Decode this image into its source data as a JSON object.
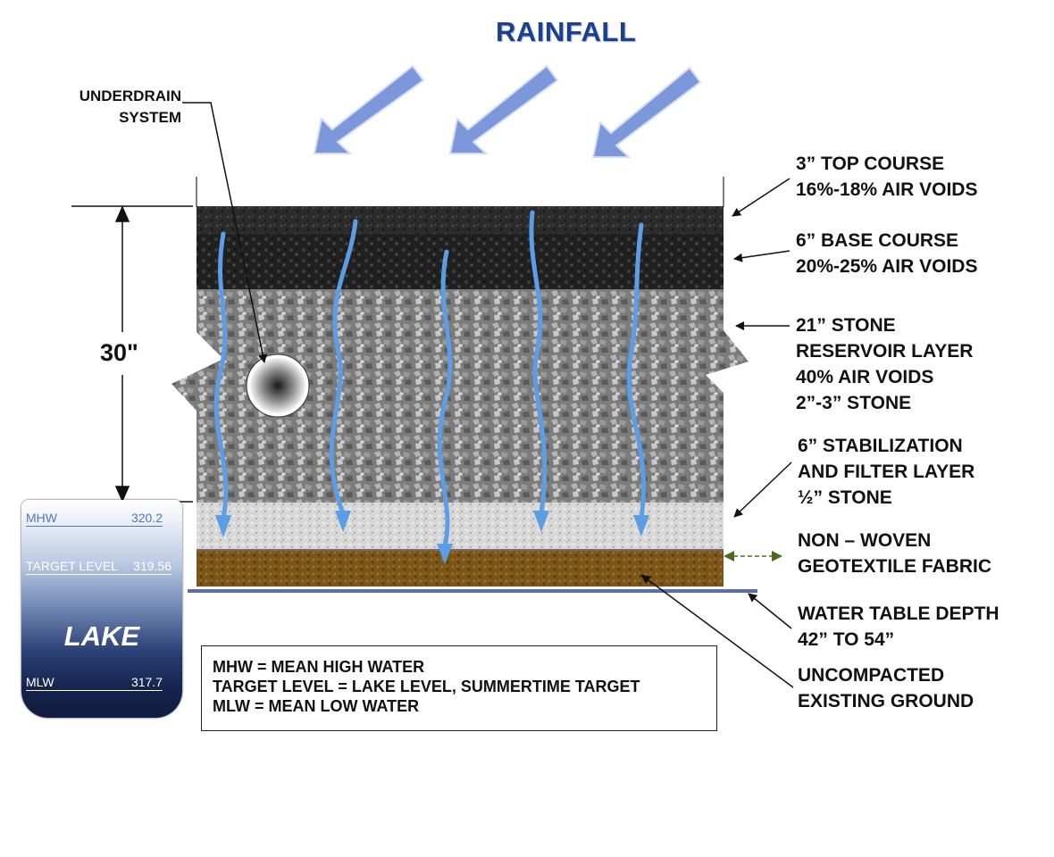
{
  "title": "RAINFALL",
  "underdrain_label": [
    "UNDERDRAIN",
    "SYSTEM"
  ],
  "depth_label": "30\"",
  "layers": [
    {
      "lines": [
        "3” TOP COURSE",
        "16%-18% AIR VOIDS"
      ]
    },
    {
      "lines": [
        "6” BASE COURSE",
        "20%-25% AIR VOIDS"
      ]
    },
    {
      "lines": [
        "21” STONE",
        "RESERVOIR LAYER",
        "40% AIR VOIDS",
        "2”-3” STONE"
      ]
    },
    {
      "lines": [
        "6” STABILIZATION",
        "AND FILTER LAYER",
        "½” STONE"
      ]
    },
    {
      "lines": [
        "NON – WOVEN",
        "GEOTEXTILE FABRIC"
      ]
    },
    {
      "lines": [
        "WATER TABLE DEPTH",
        "42” TO 54”"
      ]
    },
    {
      "lines": [
        "UNCOMPACTED",
        "EXISTING GROUND"
      ]
    }
  ],
  "lake": {
    "title": "LAKE",
    "mhw": {
      "label": "MHW",
      "value": "320.2"
    },
    "target": {
      "label": "TARGET LEVEL",
      "value": "319.56"
    },
    "mlw": {
      "label": "MLW",
      "value": "317.7"
    }
  },
  "legend": [
    "MHW = MEAN HIGH WATER",
    "TARGET LEVEL = LAKE LEVEL, SUMMERTIME TARGET",
    "MLW = MEAN LOW WATER"
  ],
  "colors": {
    "rain_arrow": "#6f8fd8",
    "water_flow": "#5b9ee6",
    "title": "#1c3f8f",
    "top_course": "#2a2a2a",
    "base_course": "#1e1e1e",
    "reservoir": "#8e8e8e",
    "filter": "#d6d6d6",
    "soil": "#7a5418",
    "water_table": "#5b6ea8",
    "lake_dark": "#14224a"
  },
  "icons": [
    "down-left-arrow-icon",
    "pipe-icon"
  ]
}
